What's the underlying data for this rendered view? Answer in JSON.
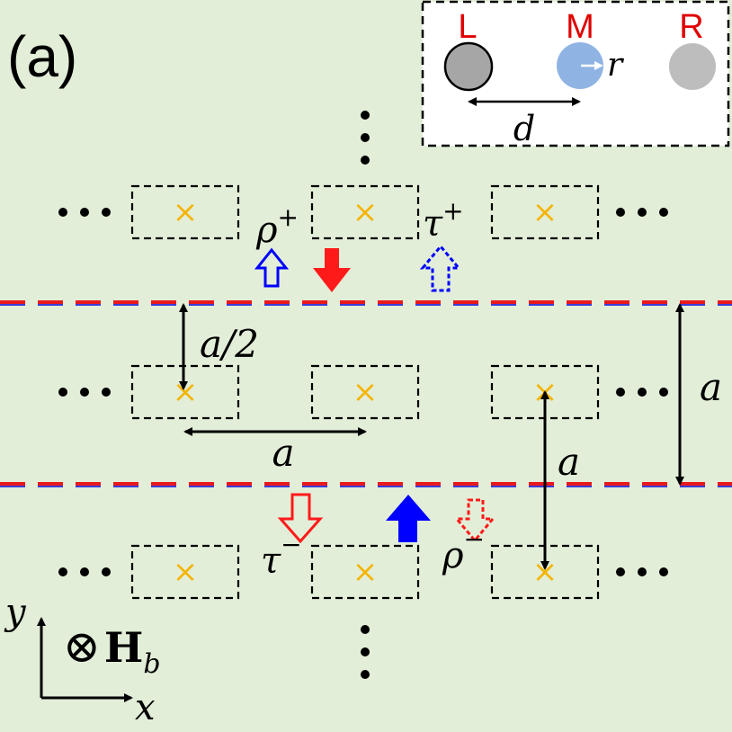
{
  "panel_label": "(a)",
  "inset": {
    "labels": [
      "L",
      "M",
      "R"
    ],
    "radius_symbol": "r",
    "spacing_symbol": "d",
    "label_color": "#e00000",
    "sphere_colors": {
      "left": "#a6a6a6",
      "middle": "#8fb4e3",
      "right": "#bdbdbd"
    }
  },
  "cell_marker": "×",
  "ellipsis": "•••",
  "dimension_labels": {
    "half_spacing": "a/2",
    "lattice": "a"
  },
  "waves": {
    "reflected_up": {
      "symbol": "ρ",
      "sup": "+"
    },
    "transmitted_up": {
      "symbol": "τ",
      "sup": "+"
    },
    "transmitted_down": {
      "symbol": "τ",
      "sup": "−"
    },
    "reflected_down": {
      "symbol": "ρ",
      "sup": "−"
    }
  },
  "axes": {
    "x": "x",
    "y": "y"
  },
  "field": {
    "symbol": "⊗",
    "vector": "H",
    "subscript": "b"
  },
  "colors": {
    "background": "#e2eed8",
    "marker": "#f5b400",
    "boundary_red": "#e8191d",
    "boundary_blue": "#3b3bd9",
    "arrow_red": "#ff1a1a",
    "arrow_blue": "#0000ff"
  }
}
